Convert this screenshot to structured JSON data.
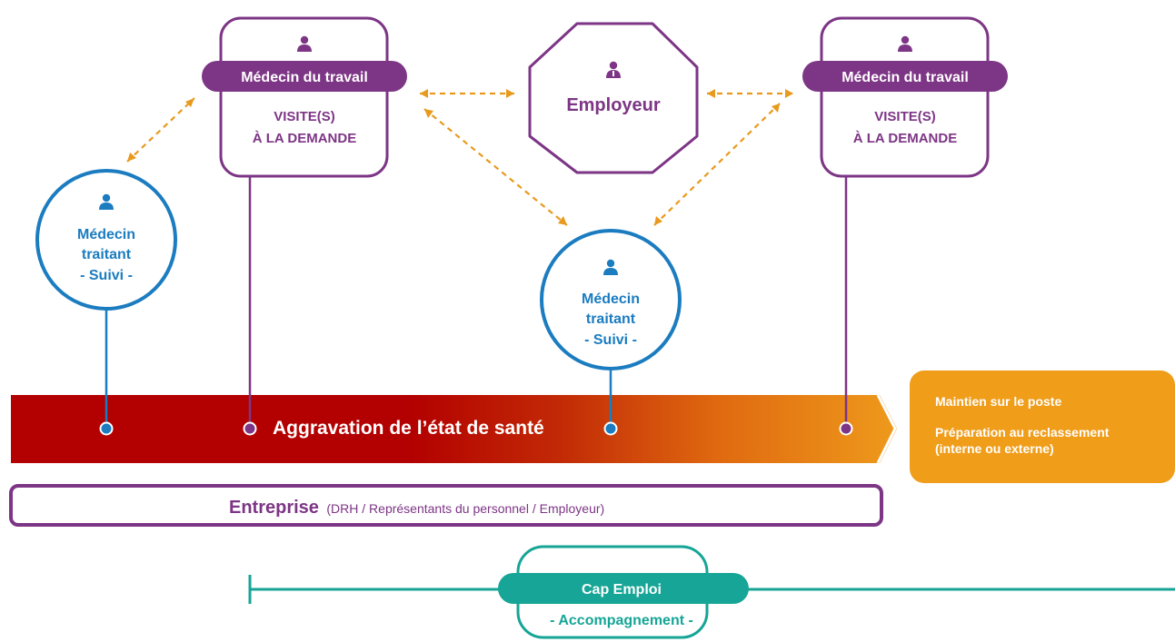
{
  "colors": {
    "purple": "#7d3585",
    "blue": "#1b7cc0",
    "orange": "#e89a1e",
    "red": "#b30000",
    "teal": "#16a596",
    "white": "#ffffff"
  },
  "medecin_travail_left": {
    "icon": "doctor-icon",
    "title": "Médecin du travail",
    "line1": "VISITE(S)",
    "line2": "À LA DEMANDE"
  },
  "medecin_travail_right": {
    "icon": "doctor-icon",
    "title": "Médecin du travail",
    "line1": "VISITE(S)",
    "line2": "À LA DEMANDE"
  },
  "employeur": {
    "icon": "manager-icon",
    "label": "Employeur"
  },
  "medecin_traitant_left": {
    "icon": "doctor-icon",
    "line1": "Médecin",
    "line2": "traitant",
    "line3": "- Suivi -"
  },
  "medecin_traitant_center": {
    "icon": "doctor-icon",
    "line1": "Médecin",
    "line2": "traitant",
    "line3": "- Suivi -"
  },
  "health_bar": {
    "label": "Aggravation de l’état de santé"
  },
  "outcome": {
    "line1": "Maintien sur le poste",
    "line2": "Préparation au reclassement",
    "line3": "(interne ou externe)"
  },
  "entreprise": {
    "title": "Entreprise",
    "detail": "(DRH / Représentants du personnel / Employeur)"
  },
  "cap_emploi": {
    "title": "Cap Emploi",
    "subtitle": "- Accompagnement -"
  }
}
